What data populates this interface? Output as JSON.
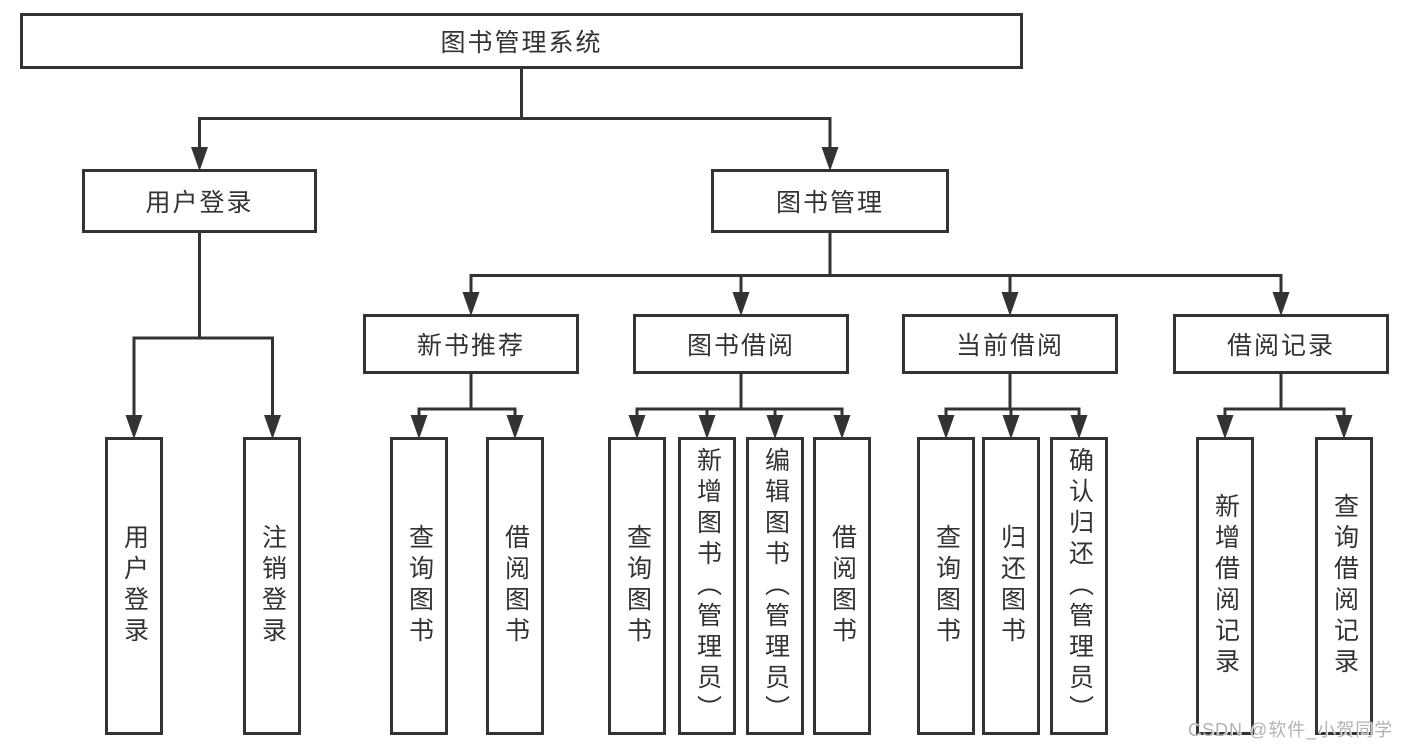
{
  "diagram": {
    "root": {
      "label": "图书管理系统"
    },
    "user_login": {
      "label": "用户登录",
      "children": [
        {
          "label": "用户登录"
        },
        {
          "label": "注销登录"
        }
      ]
    },
    "book_mgmt": {
      "label": "图书管理"
    },
    "new_book": {
      "label": "新书推荐",
      "children": [
        {
          "label": "查询图书"
        },
        {
          "label": "借阅图书"
        }
      ]
    },
    "book_borrow": {
      "label": "图书借阅",
      "children": [
        {
          "label": "查询图书"
        },
        {
          "label": "新增图书（管理员）"
        },
        {
          "label": "编辑图书（管理员）"
        },
        {
          "label": "借阅图书"
        }
      ]
    },
    "current_borrow": {
      "label": "当前借阅",
      "children": [
        {
          "label": "查询图书"
        },
        {
          "label": "归还图书"
        },
        {
          "label": "确认归还（管理员）"
        }
      ]
    },
    "borrow_records": {
      "label": "借阅记录",
      "children": [
        {
          "label": "新增借阅记录"
        },
        {
          "label": "查询借阅记录"
        }
      ]
    }
  },
  "colors": {
    "line": "#333333",
    "box_border": "#333333",
    "text": "#333333",
    "watermark": "#b3b3b3",
    "background": "#ffffff"
  },
  "watermark": {
    "text": "CSDN @软件_小贺同学"
  }
}
